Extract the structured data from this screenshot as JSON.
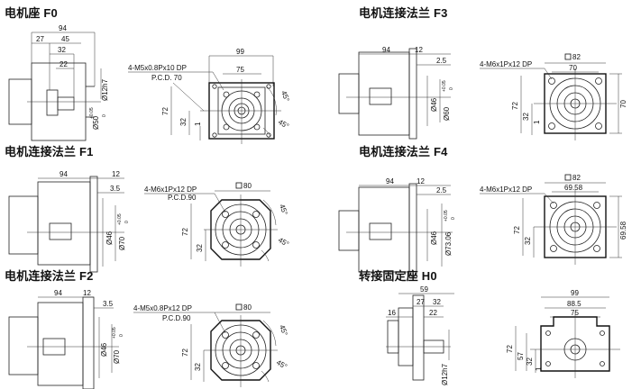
{
  "titles": {
    "f0": "电机座 F0",
    "f1": "电机连接法兰 F1",
    "f2": "电机连接法兰 F2",
    "f3": "电机连接法兰 F3",
    "f4": "电机连接法兰 F4",
    "h0": "转接固定座 H0"
  },
  "f0": {
    "d94": "94",
    "d27": "27",
    "d45": "45",
    "d32": "32",
    "d22": "22",
    "d12h7": "Ø12h7",
    "d50": "Ø50",
    "tol_up": "+0.05",
    "tol_dn": "0",
    "note1": "4-M5x0.8Px10 DP",
    "note2": "P.C.D. 70",
    "d99": "99",
    "d75": "75",
    "d72": "72",
    "d32b": "32",
    "d1": "1",
    "a45": "45°"
  },
  "f1": {
    "d94": "94",
    "d12": "12",
    "d35": "3.5",
    "d46": "Ø46",
    "d70": "Ø70",
    "tol_up": "+0.05",
    "tol_dn": "0",
    "note1": "4-M6x1Px12 DP",
    "note2": "P.C.D.90",
    "sq80": "80",
    "d72": "72",
    "d32": "32",
    "a45": "45°"
  },
  "f2": {
    "d94": "94",
    "d12": "12",
    "d35": "3.5",
    "d46": "Ø46",
    "d70": "Ø70",
    "tol_up": "+0.05",
    "tol_dn": "0",
    "note1": "4-M5x0.8Px12 DP",
    "note2": "P.C.D.90",
    "sq80": "80",
    "d72": "72",
    "d32": "32",
    "a45": "45°"
  },
  "f3": {
    "d94": "94",
    "d12": "12",
    "d25": "2.5",
    "d46": "Ø46",
    "d60": "Ø60",
    "tol_up": "+0.05",
    "tol_dn": "0",
    "note1": "4-M6x1Px12 DP",
    "sq82": "82",
    "d70": "70",
    "d72": "72",
    "d32": "32",
    "d1": "1",
    "d70v": "70"
  },
  "f4": {
    "d94": "94",
    "d12": "12",
    "d25": "2.5",
    "d46": "Ø46",
    "d73": "Ø73.06",
    "tol_up": "+0.05",
    "tol_dn": "0",
    "note1": "4-M6x1Px12 DP",
    "sq82": "82",
    "d6958": "69.58",
    "d72": "72",
    "d32": "32",
    "d6958v": "69.58"
  },
  "h0": {
    "d59": "59",
    "d27": "27",
    "d32": "32",
    "d22": "22",
    "d16": "16",
    "d12h7": "Ø12h7",
    "d99": "99",
    "d885": "88.5",
    "d75": "75",
    "d72": "72",
    "d57": "57",
    "d1": "1"
  }
}
